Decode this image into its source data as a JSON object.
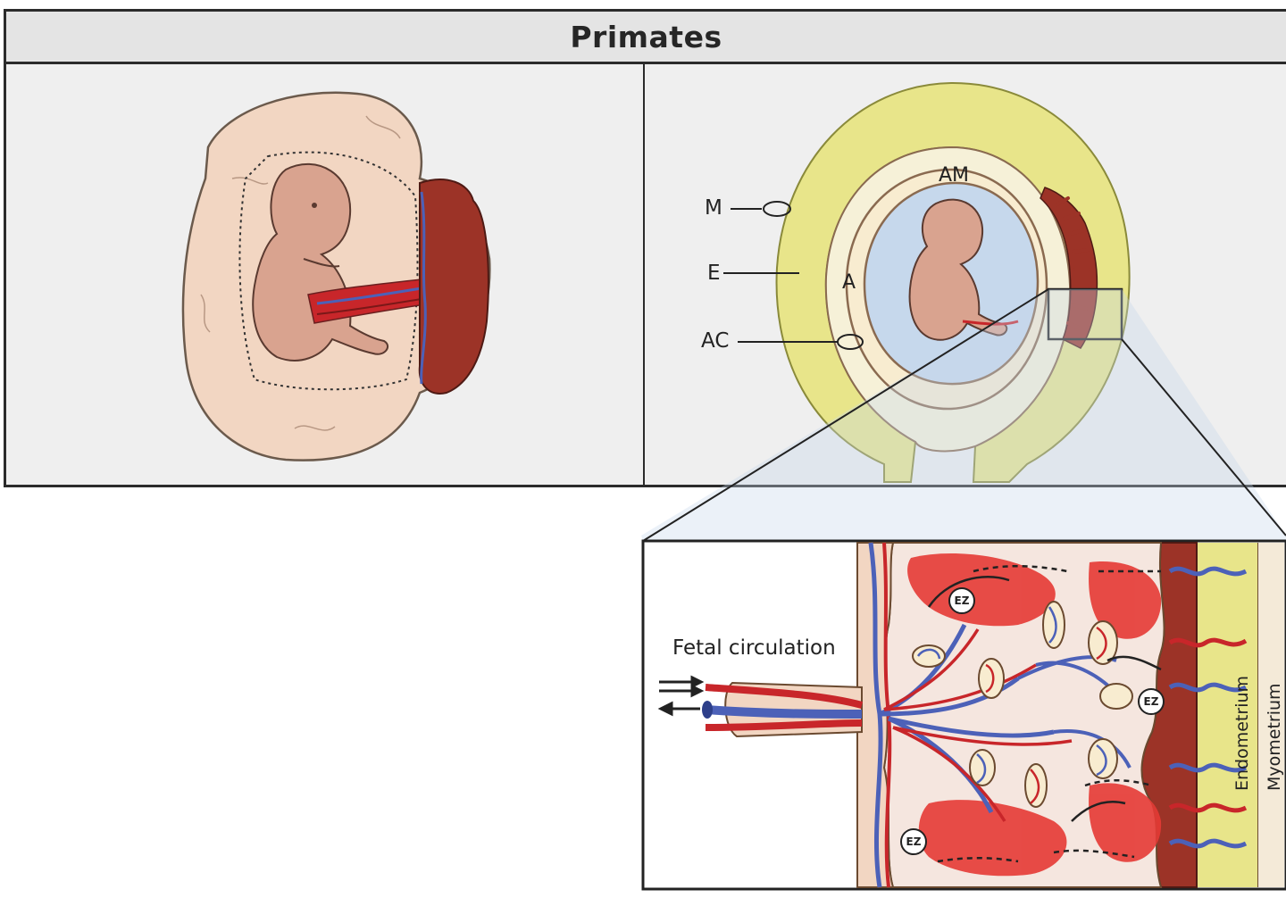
{
  "title": "Primates",
  "labels": {
    "m": "M",
    "e": "E",
    "a": "A",
    "ac": "AC",
    "am": "AM",
    "fetal_circulation": "Fetal circulation",
    "endometrium": "Endometrium",
    "myometrium": "Myometrium",
    "ez": "EZ"
  },
  "colors": {
    "chorion": "#f2d6c2",
    "fetus_skin": "#d9a38f",
    "placenta": "#9c3327",
    "artery": "#c8262a",
    "vein": "#4c61b8",
    "uterine_wall": "#e8e58a",
    "amniotic_fluid": "#c6d8ec",
    "maternal_blood": "#e63a35"
  }
}
